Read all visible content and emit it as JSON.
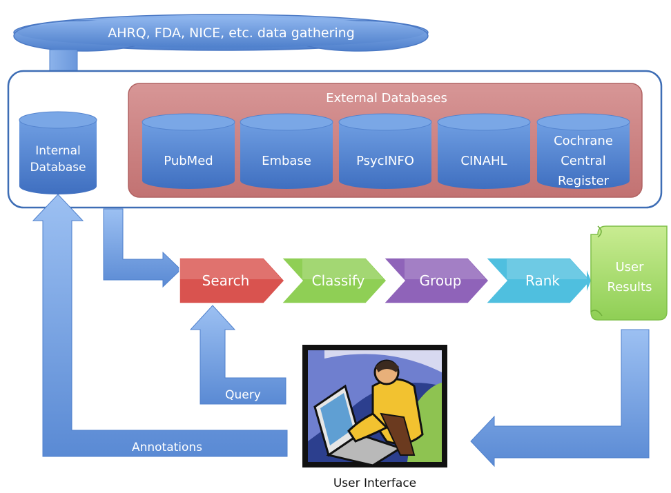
{
  "cloud": {
    "label": "AHRQ, FDA, NICE, etc. data gathering"
  },
  "internal_db": {
    "line1": "Internal",
    "line2": "Database"
  },
  "external": {
    "title": "External Databases",
    "databases": [
      {
        "lines": [
          "PubMed"
        ]
      },
      {
        "lines": [
          "Embase"
        ]
      },
      {
        "lines": [
          "PsycINFO"
        ]
      },
      {
        "lines": [
          "CINAHL"
        ]
      },
      {
        "lines": [
          "Cochrane",
          "Central",
          "Register"
        ]
      }
    ]
  },
  "pipeline": {
    "steps": [
      {
        "label": "Search",
        "color": "#d9534f"
      },
      {
        "label": "Classify",
        "color": "#8fcf55"
      },
      {
        "label": "Group",
        "color": "#8f63b9"
      },
      {
        "label": "Rank",
        "color": "#4fbfdf"
      }
    ]
  },
  "results": {
    "line1": "User",
    "line2": "Results"
  },
  "arrows": {
    "query": "Query",
    "annotations": "Annotations"
  },
  "user_interface": {
    "caption": "User Interface"
  },
  "colors": {
    "blue": "#5b8fd6",
    "blue_dark": "#3f6fba",
    "pink_panel": "#c97b7b",
    "border": "#3d6db5"
  }
}
